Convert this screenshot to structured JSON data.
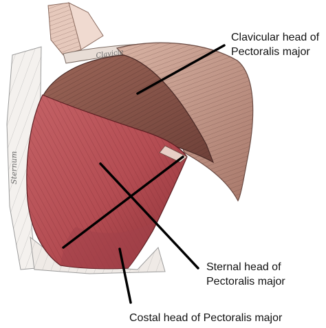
{
  "figure": {
    "plate_labels": {
      "sternum": "Sternum",
      "clavicle": "Clavicle"
    },
    "callouts": {
      "clavicular": {
        "line1": "Clavicular head of",
        "line2": "Pectoralis major"
      },
      "sternal": {
        "line1": "Sternal head of",
        "line2": "Pectoralis major"
      },
      "costal": {
        "line1": "Costal head of Pectoralis major"
      }
    },
    "colors": {
      "muscle_red": "#b9545a",
      "muscle_dark": "#7e2c30",
      "clavicular_brown": "#8e5a4e",
      "deltoid_tan": "#c8a393",
      "leader_line": "#000000"
    }
  }
}
